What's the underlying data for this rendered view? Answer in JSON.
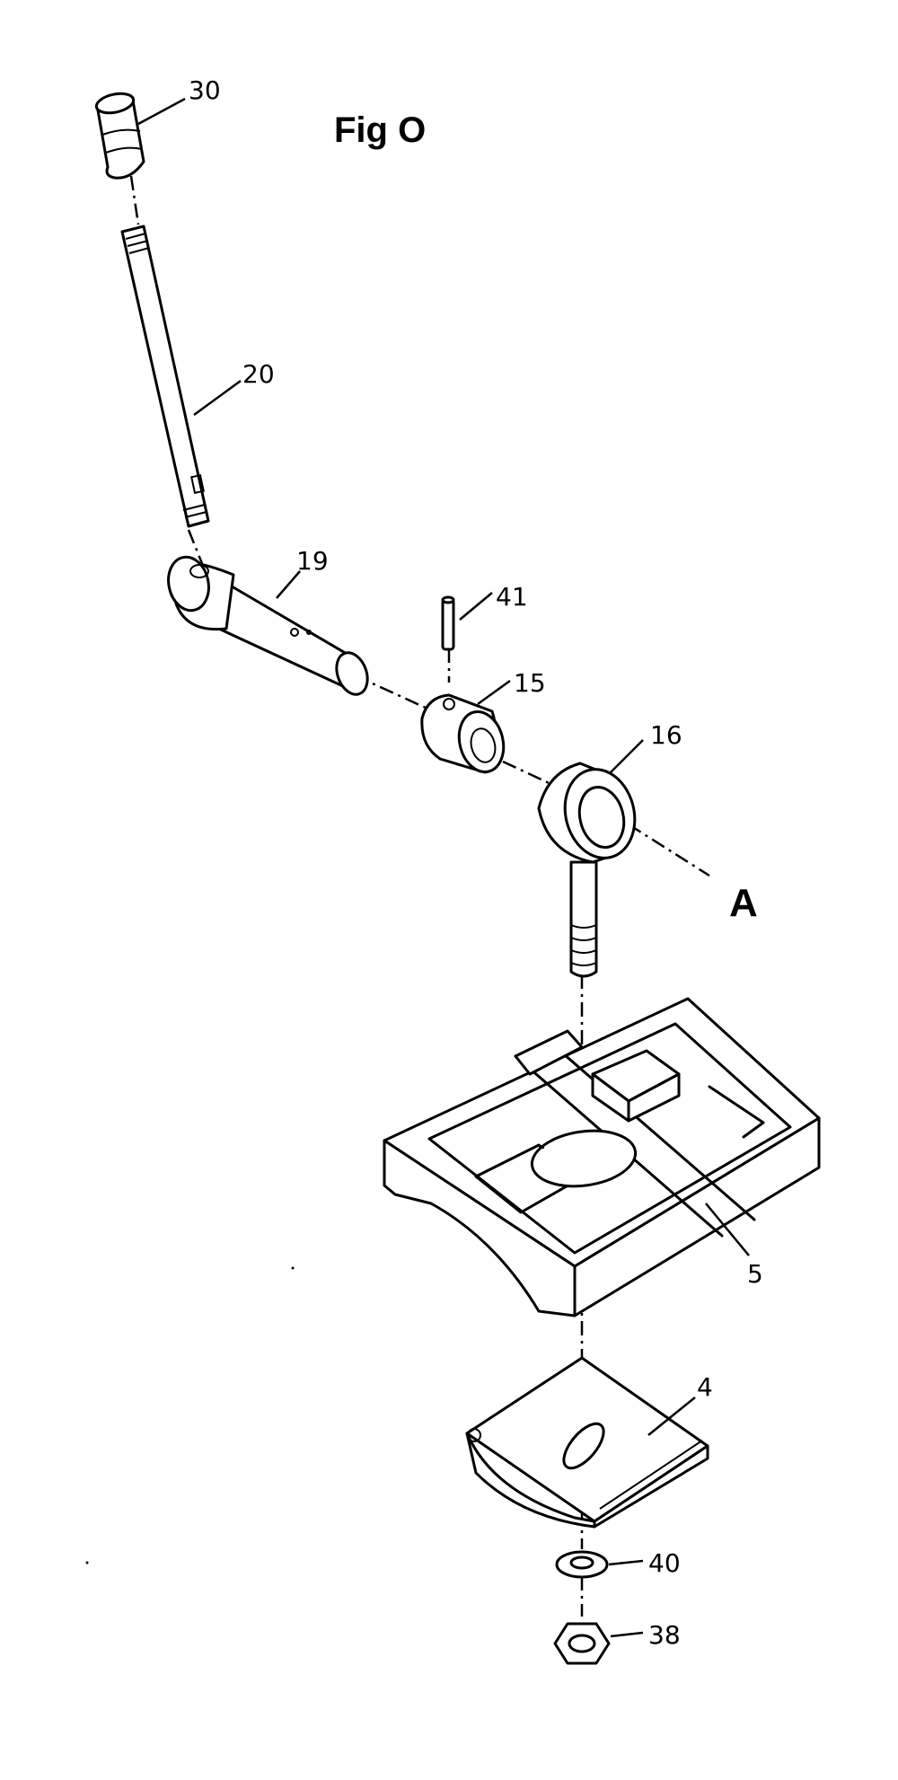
{
  "figure": {
    "title": "Fig O",
    "axis_label": "A"
  },
  "callouts": {
    "p30": "30",
    "p20": "20",
    "p19": "19",
    "p41": "41",
    "p15": "15",
    "p16": "16",
    "p5": "5",
    "p4": "4",
    "p40": "40",
    "p38": "38"
  }
}
